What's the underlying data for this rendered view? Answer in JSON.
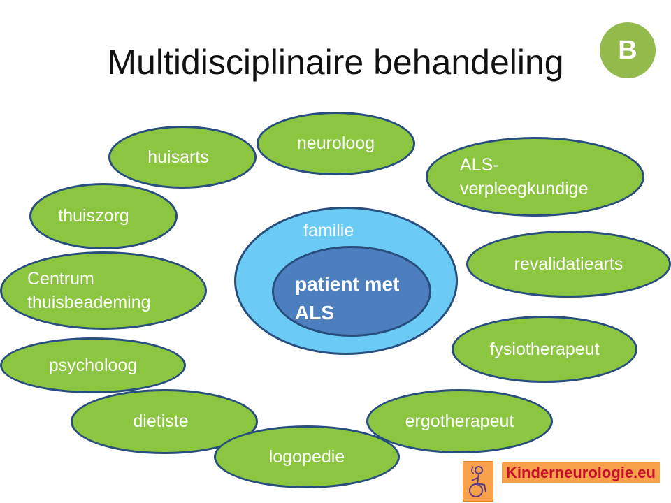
{
  "title": "Multidisciplinaire behandeling",
  "badge": "B",
  "center": {
    "family_label": "familie",
    "patient_label": "patient met ALS"
  },
  "disciplines": [
    "neuroloog",
    "huisarts",
    "ALS-verpleegkundige",
    "thuiszorg",
    "revalidatiearts",
    "Centrum thuisbeademing",
    "fysiotherapeut",
    "psycholoog",
    "ergotherapeut",
    "dietiste",
    "logopedie"
  ],
  "logo": {
    "text": "Kinderneurologie.eu"
  },
  "colors": {
    "oval_fill": "#8cc540",
    "oval_border": "#274e7d",
    "family_fill": "#6ccbf4",
    "patient_fill": "#4d7fbe",
    "badge_fill": "#92bb4c",
    "logo_bg": "#f7a24a",
    "logo_text": "#c8102e"
  }
}
